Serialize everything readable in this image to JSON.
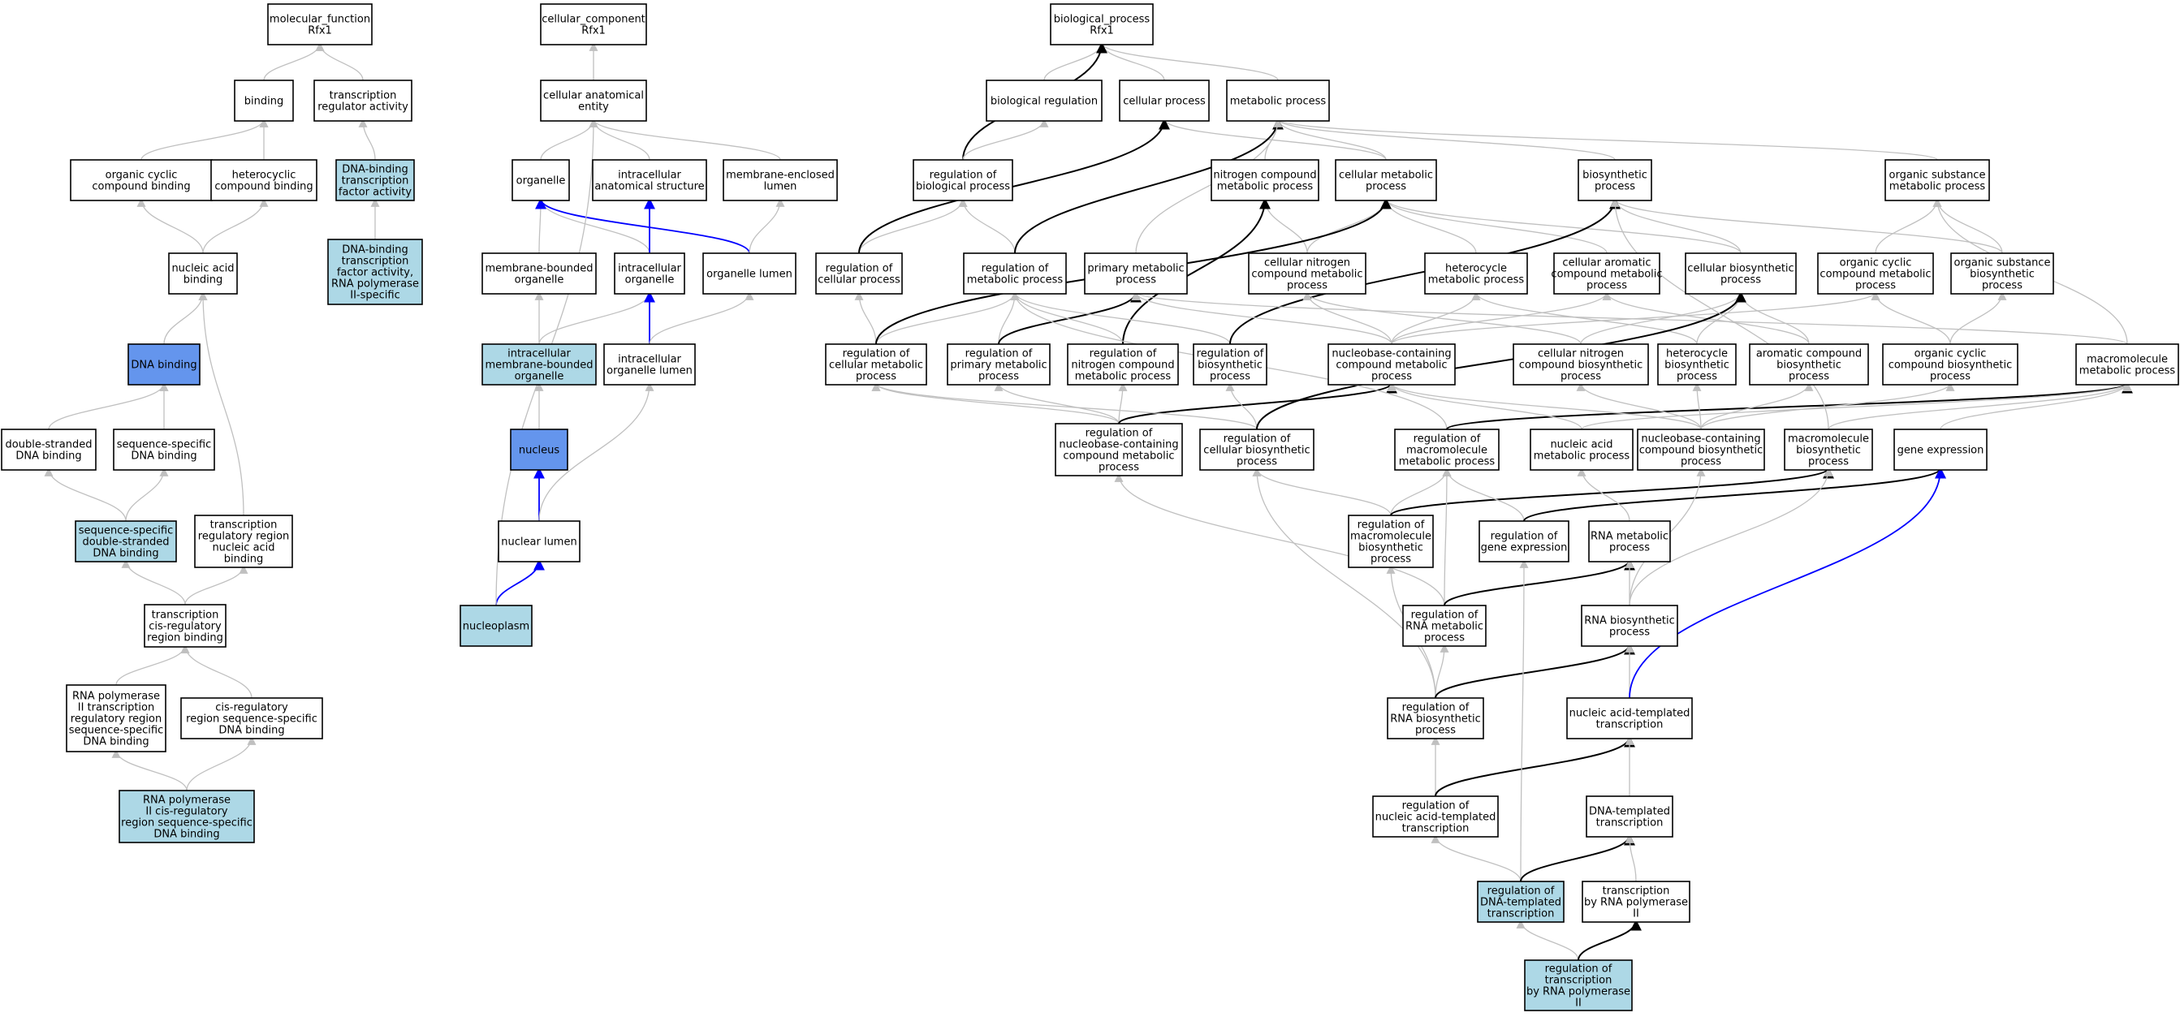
{
  "legend": {
    "colors": {
      "normal": "#ffffff",
      "highlight_light": "#add8e6",
      "highlight_strong": "#6495ed",
      "edge_plain": "#c0c0c0",
      "edge_path": "#000000",
      "edge_blue": "#0000ff"
    }
  },
  "nodes": {
    "mf_root": {
      "lines": [
        "molecular_function",
        "Rfx1"
      ],
      "fill": "normal"
    },
    "cc_root": {
      "lines": [
        "cellular_component",
        "Rfx1"
      ],
      "fill": "normal"
    },
    "bp_root": {
      "lines": [
        "biological_process",
        "Rfx1"
      ],
      "fill": "normal"
    },
    "binding": {
      "lines": [
        "binding"
      ],
      "fill": "normal"
    },
    "tr_reg_act": {
      "lines": [
        "transcription",
        "regulator activity"
      ],
      "fill": "normal"
    },
    "org_cyc_bind": {
      "lines": [
        "organic cyclic",
        "compound binding"
      ],
      "fill": "normal"
    },
    "het_bind": {
      "lines": [
        "heterocyclic",
        "compound binding"
      ],
      "fill": "normal"
    },
    "dna_tf_act": {
      "lines": [
        "DNA-binding",
        "transcription",
        "factor activity"
      ],
      "fill": "highlight_light"
    },
    "dna_tf_act_rnap2": {
      "lines": [
        "DNA-binding",
        "transcription",
        "factor activity,",
        "RNA polymerase",
        "II-specific"
      ],
      "fill": "highlight_light"
    },
    "na_bind": {
      "lines": [
        "nucleic acid",
        "binding"
      ],
      "fill": "normal"
    },
    "dna_bind": {
      "lines": [
        "DNA binding"
      ],
      "fill": "highlight_strong"
    },
    "ds_dna_bind": {
      "lines": [
        "double-stranded",
        "DNA binding"
      ],
      "fill": "normal"
    },
    "ss_dna_bind": {
      "lines": [
        "sequence-specific",
        "DNA binding"
      ],
      "fill": "normal"
    },
    "ss_ds_dna_bind": {
      "lines": [
        "sequence-specific",
        "double-stranded",
        "DNA binding"
      ],
      "fill": "highlight_light"
    },
    "tr_reg_na_bind": {
      "lines": [
        "transcription",
        "regulatory region",
        "nucleic acid",
        "binding"
      ],
      "fill": "normal"
    },
    "tr_cis_bind": {
      "lines": [
        "transcription",
        "cis-regulatory",
        "region binding"
      ],
      "fill": "normal"
    },
    "rnap2_reg_bind": {
      "lines": [
        "RNA polymerase",
        "II transcription",
        "regulatory region",
        "sequence-specific",
        "DNA binding"
      ],
      "fill": "normal"
    },
    "cis_reg_ss_bind": {
      "lines": [
        "cis-regulatory",
        "region sequence-specific",
        "DNA binding"
      ],
      "fill": "normal"
    },
    "rnap2_cis_bind": {
      "lines": [
        "RNA polymerase",
        "II cis-regulatory",
        "region sequence-specific",
        "DNA binding"
      ],
      "fill": "highlight_light"
    },
    "cell_anat": {
      "lines": [
        "cellular anatomical",
        "entity"
      ],
      "fill": "normal"
    },
    "organelle": {
      "lines": [
        "organelle"
      ],
      "fill": "normal"
    },
    "ic_anat": {
      "lines": [
        "intracellular",
        "anatomical structure"
      ],
      "fill": "normal"
    },
    "mem_encl_lumen": {
      "lines": [
        "membrane-enclosed",
        "lumen"
      ],
      "fill": "normal"
    },
    "mem_bound_org": {
      "lines": [
        "membrane-bounded",
        "organelle"
      ],
      "fill": "normal"
    },
    "ic_org": {
      "lines": [
        "intracellular",
        "organelle"
      ],
      "fill": "normal"
    },
    "org_lumen": {
      "lines": [
        "organelle lumen"
      ],
      "fill": "normal"
    },
    "ic_mem_bound_org": {
      "lines": [
        "intracellular",
        "membrane-bounded",
        "organelle"
      ],
      "fill": "highlight_light"
    },
    "ic_org_lumen": {
      "lines": [
        "intracellular",
        "organelle lumen"
      ],
      "fill": "normal"
    },
    "nucleus": {
      "lines": [
        "nucleus"
      ],
      "fill": "highlight_strong"
    },
    "nuc_lumen": {
      "lines": [
        "nuclear lumen"
      ],
      "fill": "normal"
    },
    "nucleoplasm": {
      "lines": [
        "nucleoplasm"
      ],
      "fill": "highlight_light"
    },
    "bio_reg": {
      "lines": [
        "biological regulation"
      ],
      "fill": "normal"
    },
    "cell_proc": {
      "lines": [
        "cellular process"
      ],
      "fill": "normal"
    },
    "met_proc": {
      "lines": [
        "metabolic process"
      ],
      "fill": "normal"
    },
    "reg_bio_proc": {
      "lines": [
        "regulation of",
        "biological process"
      ],
      "fill": "normal"
    },
    "n_comp_met": {
      "lines": [
        "nitrogen compound",
        "metabolic process"
      ],
      "fill": "normal"
    },
    "cell_met": {
      "lines": [
        "cellular metabolic",
        "process"
      ],
      "fill": "normal"
    },
    "biosyn": {
      "lines": [
        "biosynthetic",
        "process"
      ],
      "fill": "normal"
    },
    "org_sub_met": {
      "lines": [
        "organic substance",
        "metabolic process"
      ],
      "fill": "normal"
    },
    "reg_cell_proc": {
      "lines": [
        "regulation of",
        "cellular process"
      ],
      "fill": "normal"
    },
    "reg_met_proc": {
      "lines": [
        "regulation of",
        "metabolic process"
      ],
      "fill": "normal"
    },
    "prim_met": {
      "lines": [
        "primary metabolic",
        "process"
      ],
      "fill": "normal"
    },
    "cell_n_comp_met": {
      "lines": [
        "cellular nitrogen",
        "compound metabolic",
        "process"
      ],
      "fill": "normal"
    },
    "het_met": {
      "lines": [
        "heterocycle",
        "metabolic process"
      ],
      "fill": "normal"
    },
    "cell_arom_met": {
      "lines": [
        "cellular aromatic",
        "compound metabolic",
        "process"
      ],
      "fill": "normal"
    },
    "cell_biosyn": {
      "lines": [
        "cellular biosynthetic",
        "process"
      ],
      "fill": "normal"
    },
    "org_cyc_met": {
      "lines": [
        "organic cyclic",
        "compound metabolic",
        "process"
      ],
      "fill": "normal"
    },
    "org_sub_biosyn": {
      "lines": [
        "organic substance",
        "biosynthetic",
        "process"
      ],
      "fill": "normal"
    },
    "reg_cell_met": {
      "lines": [
        "regulation of",
        "cellular metabolic",
        "process"
      ],
      "fill": "normal"
    },
    "reg_prim_met": {
      "lines": [
        "regulation of",
        "primary metabolic",
        "process"
      ],
      "fill": "normal"
    },
    "reg_n_comp_met": {
      "lines": [
        "regulation of",
        "nitrogen compound",
        "metabolic process"
      ],
      "fill": "normal"
    },
    "reg_biosyn": {
      "lines": [
        "regulation of",
        "biosynthetic",
        "process"
      ],
      "fill": "normal"
    },
    "nb_met": {
      "lines": [
        "nucleobase-containing",
        "compound metabolic",
        "process"
      ],
      "fill": "normal"
    },
    "cell_n_comp_biosyn": {
      "lines": [
        "cellular nitrogen",
        "compound biosynthetic",
        "process"
      ],
      "fill": "normal"
    },
    "het_biosyn": {
      "lines": [
        "heterocycle",
        "biosynthetic",
        "process"
      ],
      "fill": "normal"
    },
    "arom_biosyn": {
      "lines": [
        "aromatic compound",
        "biosynthetic",
        "process"
      ],
      "fill": "normal"
    },
    "org_cyc_biosyn": {
      "lines": [
        "organic cyclic",
        "compound biosynthetic",
        "process"
      ],
      "fill": "normal"
    },
    "macro_met": {
      "lines": [
        "macromolecule",
        "metabolic process"
      ],
      "fill": "normal"
    },
    "reg_nb_met": {
      "lines": [
        "regulation of",
        "nucleobase-containing",
        "compound metabolic",
        "process"
      ],
      "fill": "normal"
    },
    "reg_cell_biosyn": {
      "lines": [
        "regulation of",
        "cellular biosynthetic",
        "process"
      ],
      "fill": "normal"
    },
    "reg_macro_met": {
      "lines": [
        "regulation of",
        "macromolecule",
        "metabolic process"
      ],
      "fill": "normal"
    },
    "na_met": {
      "lines": [
        "nucleic acid",
        "metabolic process"
      ],
      "fill": "normal"
    },
    "nb_biosyn": {
      "lines": [
        "nucleobase-containing",
        "compound biosynthetic",
        "process"
      ],
      "fill": "normal"
    },
    "macro_biosyn": {
      "lines": [
        "macromolecule",
        "biosynthetic",
        "process"
      ],
      "fill": "normal"
    },
    "gene_expr": {
      "lines": [
        "gene expression"
      ],
      "fill": "normal"
    },
    "reg_macro_biosyn": {
      "lines": [
        "regulation of",
        "macromolecule",
        "biosynthetic",
        "process"
      ],
      "fill": "normal"
    },
    "reg_gene_expr": {
      "lines": [
        "regulation of",
        "gene expression"
      ],
      "fill": "normal"
    },
    "rna_met": {
      "lines": [
        "RNA metabolic",
        "process"
      ],
      "fill": "normal"
    },
    "reg_rna_met": {
      "lines": [
        "regulation of",
        "RNA metabolic",
        "process"
      ],
      "fill": "normal"
    },
    "rna_biosyn": {
      "lines": [
        "RNA biosynthetic",
        "process"
      ],
      "fill": "normal"
    },
    "reg_rna_biosyn": {
      "lines": [
        "regulation of",
        "RNA biosynthetic",
        "process"
      ],
      "fill": "normal"
    },
    "na_templ_tr": {
      "lines": [
        "nucleic acid-templated",
        "transcription"
      ],
      "fill": "normal"
    },
    "reg_na_templ_tr": {
      "lines": [
        "regulation of",
        "nucleic acid-templated",
        "transcription"
      ],
      "fill": "normal"
    },
    "dna_templ_tr": {
      "lines": [
        "DNA-templated",
        "transcription"
      ],
      "fill": "normal"
    },
    "reg_dna_templ_tr": {
      "lines": [
        "regulation of",
        "DNA-templated",
        "transcription"
      ],
      "fill": "highlight_light"
    },
    "tr_rnap2": {
      "lines": [
        "transcription",
        "by RNA polymerase",
        "II"
      ],
      "fill": "normal"
    },
    "reg_tr_rnap2": {
      "lines": [
        "regulation of",
        "transcription",
        "by RNA polymerase",
        "II"
      ],
      "fill": "highlight_light"
    }
  },
  "edges": [
    [
      "binding",
      "mf_root",
      "plain"
    ],
    [
      "tr_reg_act",
      "mf_root",
      "plain"
    ],
    [
      "org_cyc_bind",
      "binding",
      "plain"
    ],
    [
      "het_bind",
      "binding",
      "plain"
    ],
    [
      "dna_tf_act",
      "tr_reg_act",
      "plain"
    ],
    [
      "dna_tf_act_rnap2",
      "dna_tf_act",
      "plain"
    ],
    [
      "na_bind",
      "org_cyc_bind",
      "plain"
    ],
    [
      "na_bind",
      "het_bind",
      "plain"
    ],
    [
      "dna_bind",
      "na_bind",
      "plain"
    ],
    [
      "ds_dna_bind",
      "dna_bind",
      "plain"
    ],
    [
      "ss_dna_bind",
      "dna_bind",
      "plain"
    ],
    [
      "ss_ds_dna_bind",
      "ds_dna_bind",
      "plain"
    ],
    [
      "ss_ds_dna_bind",
      "ss_dna_bind",
      "plain"
    ],
    [
      "tr_reg_na_bind",
      "na_bind",
      "plain"
    ],
    [
      "tr_cis_bind",
      "ss_ds_dna_bind",
      "plain"
    ],
    [
      "tr_cis_bind",
      "tr_reg_na_bind",
      "plain"
    ],
    [
      "rnap2_reg_bind",
      "tr_cis_bind",
      "plain"
    ],
    [
      "cis_reg_ss_bind",
      "tr_cis_bind",
      "plain"
    ],
    [
      "rnap2_cis_bind",
      "rnap2_reg_bind",
      "plain"
    ],
    [
      "rnap2_cis_bind",
      "cis_reg_ss_bind",
      "plain"
    ],
    [
      "cell_anat",
      "cc_root",
      "plain"
    ],
    [
      "organelle",
      "cell_anat",
      "plain"
    ],
    [
      "ic_anat",
      "cell_anat",
      "plain"
    ],
    [
      "mem_encl_lumen",
      "cell_anat",
      "plain"
    ],
    [
      "mem_bound_org",
      "organelle",
      "plain"
    ],
    [
      "ic_org",
      "organelle",
      "plain"
    ],
    [
      "ic_org",
      "ic_anat",
      "blue"
    ],
    [
      "org_lumen",
      "organelle",
      "blue"
    ],
    [
      "org_lumen",
      "mem_encl_lumen",
      "plain"
    ],
    [
      "ic_mem_bound_org",
      "mem_bound_org",
      "plain"
    ],
    [
      "ic_mem_bound_org",
      "ic_org",
      "plain"
    ],
    [
      "ic_org_lumen",
      "ic_org",
      "blue"
    ],
    [
      "ic_org_lumen",
      "org_lumen",
      "plain"
    ],
    [
      "nucleus",
      "ic_mem_bound_org",
      "plain"
    ],
    [
      "nuc_lumen",
      "nucleus",
      "blue"
    ],
    [
      "nuc_lumen",
      "ic_org_lumen",
      "plain"
    ],
    [
      "nucleoplasm",
      "nuc_lumen",
      "blue"
    ],
    [
      "nucleoplasm",
      "cell_anat",
      "plain"
    ],
    [
      "bio_reg",
      "bp_root",
      "plain"
    ],
    [
      "cell_proc",
      "bp_root",
      "plain"
    ],
    [
      "met_proc",
      "bp_root",
      "plain"
    ],
    [
      "reg_bio_proc",
      "bp_root",
      "path"
    ],
    [
      "reg_bio_proc",
      "bio_reg",
      "plain"
    ],
    [
      "n_comp_met",
      "met_proc",
      "plain"
    ],
    [
      "cell_met",
      "met_proc",
      "plain"
    ],
    [
      "cell_met",
      "cell_proc",
      "plain"
    ],
    [
      "biosyn",
      "met_proc",
      "plain"
    ],
    [
      "org_sub_met",
      "met_proc",
      "plain"
    ],
    [
      "reg_cell_proc",
      "reg_bio_proc",
      "plain"
    ],
    [
      "reg_cell_proc",
      "cell_proc",
      "path"
    ],
    [
      "reg_met_proc",
      "reg_bio_proc",
      "plain"
    ],
    [
      "reg_met_proc",
      "met_proc",
      "path"
    ],
    [
      "prim_met",
      "met_proc",
      "plain"
    ],
    [
      "cell_n_comp_met",
      "n_comp_met",
      "plain"
    ],
    [
      "cell_n_comp_met",
      "cell_met",
      "plain"
    ],
    [
      "het_met",
      "cell_met",
      "plain"
    ],
    [
      "cell_arom_met",
      "cell_met",
      "plain"
    ],
    [
      "cell_biosyn",
      "cell_met",
      "plain"
    ],
    [
      "cell_biosyn",
      "biosyn",
      "plain"
    ],
    [
      "org_cyc_met",
      "org_sub_met",
      "plain"
    ],
    [
      "org_sub_biosyn",
      "org_sub_met",
      "plain"
    ],
    [
      "org_sub_biosyn",
      "biosyn",
      "plain"
    ],
    [
      "reg_cell_met",
      "reg_cell_proc",
      "plain"
    ],
    [
      "reg_cell_met",
      "reg_met_proc",
      "plain"
    ],
    [
      "reg_cell_met",
      "cell_met",
      "path"
    ],
    [
      "reg_prim_met",
      "reg_met_proc",
      "plain"
    ],
    [
      "reg_prim_met",
      "prim_met",
      "path"
    ],
    [
      "reg_n_comp_met",
      "reg_met_proc",
      "plain"
    ],
    [
      "reg_n_comp_met",
      "n_comp_met",
      "path"
    ],
    [
      "reg_biosyn",
      "reg_met_proc",
      "plain"
    ],
    [
      "reg_biosyn",
      "biosyn",
      "path"
    ],
    [
      "nb_met",
      "cell_n_comp_met",
      "plain"
    ],
    [
      "nb_met",
      "het_met",
      "plain"
    ],
    [
      "nb_met",
      "cell_arom_met",
      "plain"
    ],
    [
      "nb_met",
      "prim_met",
      "plain"
    ],
    [
      "nb_met",
      "org_cyc_met",
      "plain"
    ],
    [
      "cell_n_comp_biosyn",
      "cell_n_comp_met",
      "plain"
    ],
    [
      "cell_n_comp_biosyn",
      "cell_biosyn",
      "plain"
    ],
    [
      "het_biosyn",
      "het_met",
      "plain"
    ],
    [
      "het_biosyn",
      "cell_biosyn",
      "plain"
    ],
    [
      "arom_biosyn",
      "cell_arom_met",
      "plain"
    ],
    [
      "arom_biosyn",
      "cell_biosyn",
      "plain"
    ],
    [
      "org_cyc_biosyn",
      "org_cyc_met",
      "plain"
    ],
    [
      "org_cyc_biosyn",
      "org_sub_biosyn",
      "plain"
    ],
    [
      "macro_met",
      "org_sub_met",
      "plain"
    ],
    [
      "macro_met",
      "prim_met",
      "plain"
    ],
    [
      "reg_nb_met",
      "reg_cell_met",
      "plain"
    ],
    [
      "reg_nb_met",
      "reg_n_comp_met",
      "plain"
    ],
    [
      "reg_nb_met",
      "reg_prim_met",
      "plain"
    ],
    [
      "reg_nb_met",
      "nb_met",
      "path"
    ],
    [
      "reg_cell_biosyn",
      "reg_biosyn",
      "plain"
    ],
    [
      "reg_cell_biosyn",
      "reg_cell_met",
      "plain"
    ],
    [
      "reg_cell_biosyn",
      "cell_biosyn",
      "path"
    ],
    [
      "reg_macro_met",
      "reg_met_proc",
      "plain"
    ],
    [
      "reg_macro_met",
      "macro_met",
      "path"
    ],
    [
      "na_met",
      "nb_met",
      "plain"
    ],
    [
      "na_met",
      "macro_met",
      "plain"
    ],
    [
      "nb_biosyn",
      "nb_met",
      "plain"
    ],
    [
      "nb_biosyn",
      "cell_n_comp_biosyn",
      "plain"
    ],
    [
      "nb_biosyn",
      "het_biosyn",
      "plain"
    ],
    [
      "nb_biosyn",
      "arom_biosyn",
      "plain"
    ],
    [
      "nb_biosyn",
      "org_cyc_biosyn",
      "plain"
    ],
    [
      "macro_biosyn",
      "macro_met",
      "plain"
    ],
    [
      "macro_biosyn",
      "biosyn",
      "plain"
    ],
    [
      "gene_expr",
      "macro_met",
      "plain"
    ],
    [
      "reg_macro_biosyn",
      "reg_macro_met",
      "plain"
    ],
    [
      "reg_macro_biosyn",
      "reg_cell_biosyn",
      "plain"
    ],
    [
      "reg_macro_biosyn",
      "macro_biosyn",
      "path"
    ],
    [
      "reg_gene_expr",
      "reg_macro_met",
      "plain"
    ],
    [
      "reg_gene_expr",
      "gene_expr",
      "path"
    ],
    [
      "rna_met",
      "na_met",
      "plain"
    ],
    [
      "reg_rna_met",
      "reg_nb_met",
      "plain"
    ],
    [
      "reg_rna_met",
      "reg_macro_met",
      "plain"
    ],
    [
      "reg_rna_met",
      "rna_met",
      "path"
    ],
    [
      "rna_biosyn",
      "rna_met",
      "plain"
    ],
    [
      "rna_biosyn",
      "nb_biosyn",
      "plain"
    ],
    [
      "rna_biosyn",
      "macro_biosyn",
      "plain"
    ],
    [
      "reg_rna_biosyn",
      "reg_rna_met",
      "plain"
    ],
    [
      "reg_rna_biosyn",
      "reg_macro_biosyn",
      "plain"
    ],
    [
      "reg_rna_biosyn",
      "reg_cell_biosyn",
      "plain"
    ],
    [
      "reg_rna_biosyn",
      "rna_biosyn",
      "path"
    ],
    [
      "na_templ_tr",
      "rna_biosyn",
      "plain"
    ],
    [
      "na_templ_tr",
      "gene_expr",
      "blue"
    ],
    [
      "reg_na_templ_tr",
      "reg_rna_biosyn",
      "plain"
    ],
    [
      "reg_na_templ_tr",
      "na_templ_tr",
      "path"
    ],
    [
      "dna_templ_tr",
      "na_templ_tr",
      "plain"
    ],
    [
      "reg_dna_templ_tr",
      "reg_na_templ_tr",
      "plain"
    ],
    [
      "reg_dna_templ_tr",
      "reg_gene_expr",
      "plain"
    ],
    [
      "reg_dna_templ_tr",
      "dna_templ_tr",
      "path"
    ],
    [
      "tr_rnap2",
      "dna_templ_tr",
      "plain"
    ],
    [
      "reg_tr_rnap2",
      "reg_dna_templ_tr",
      "plain"
    ],
    [
      "reg_tr_rnap2",
      "tr_rnap2",
      "path"
    ]
  ]
}
